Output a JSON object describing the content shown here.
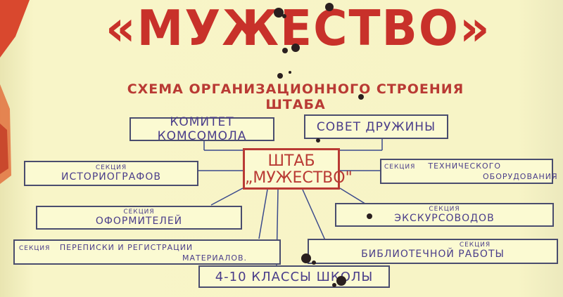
{
  "poster": {
    "title": "«МУЖЕСТВО»",
    "subtitle": "СХЕМА ОРГАНИЗАЦИОННОГО СТРОЕНИЯ ШТАБА"
  },
  "org": {
    "center": {
      "line1": "ШТАБ",
      "line2": "„МУЖЕСТВО\""
    },
    "komsomol": "КОМИТЕТ КОМСОМОЛА",
    "council": "СОВЕТ ДРУЖИНЫ",
    "historians": {
      "caption": "СЕКЦИЯ",
      "name": "ИСТОРИОГРАФОВ"
    },
    "designers": {
      "caption": "СЕКЦИЯ",
      "name": "ОФОРМИТЕЛЕЙ"
    },
    "correspondence": {
      "caption": "СЕКЦИЯ",
      "name_line1": "ПЕРЕПИСКИ И РЕГИСТРАЦИИ",
      "name_line2": "МАТЕРИАЛОВ."
    },
    "technical": {
      "caption": "СЕКЦИЯ",
      "name_line1": "ТЕХНИЧЕСКОГО",
      "name_line2": "ОБОРУДОВАНИЯ"
    },
    "guides": {
      "caption": "СЕКЦИЯ",
      "name": "ЭКСКУРСОВОДОВ"
    },
    "library": {
      "caption": "СЕКЦИЯ",
      "name": "БИБЛИОТЕЧНОЙ РАБОТЫ"
    },
    "school": "4-10 КЛАССЫ ШКОЛЫ"
  },
  "colors": {
    "paper": "#f7f4c6",
    "title_red": "#c8312a",
    "box_ink": "#4a3d8a",
    "line_blue": "#3b4a8c",
    "corner_red": "#d9482e"
  }
}
